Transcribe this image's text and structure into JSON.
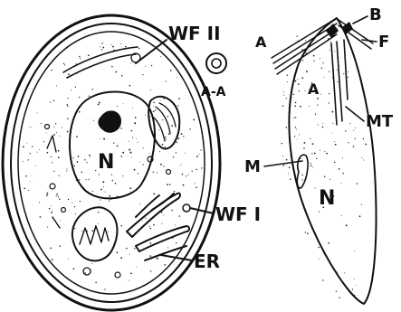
{
  "colors": {
    "ink": "#111111",
    "background": "#ffffff",
    "stipple": "#1a1a1a"
  },
  "labels": {
    "wf2": "WF II",
    "aa": "A-A",
    "n_left": "N",
    "wf1": "WF I",
    "er": "ER",
    "a_outer": "A",
    "a_inner": "A",
    "b": "B",
    "f": "F",
    "mt": "MT",
    "m": "M",
    "n_right": "N"
  }
}
